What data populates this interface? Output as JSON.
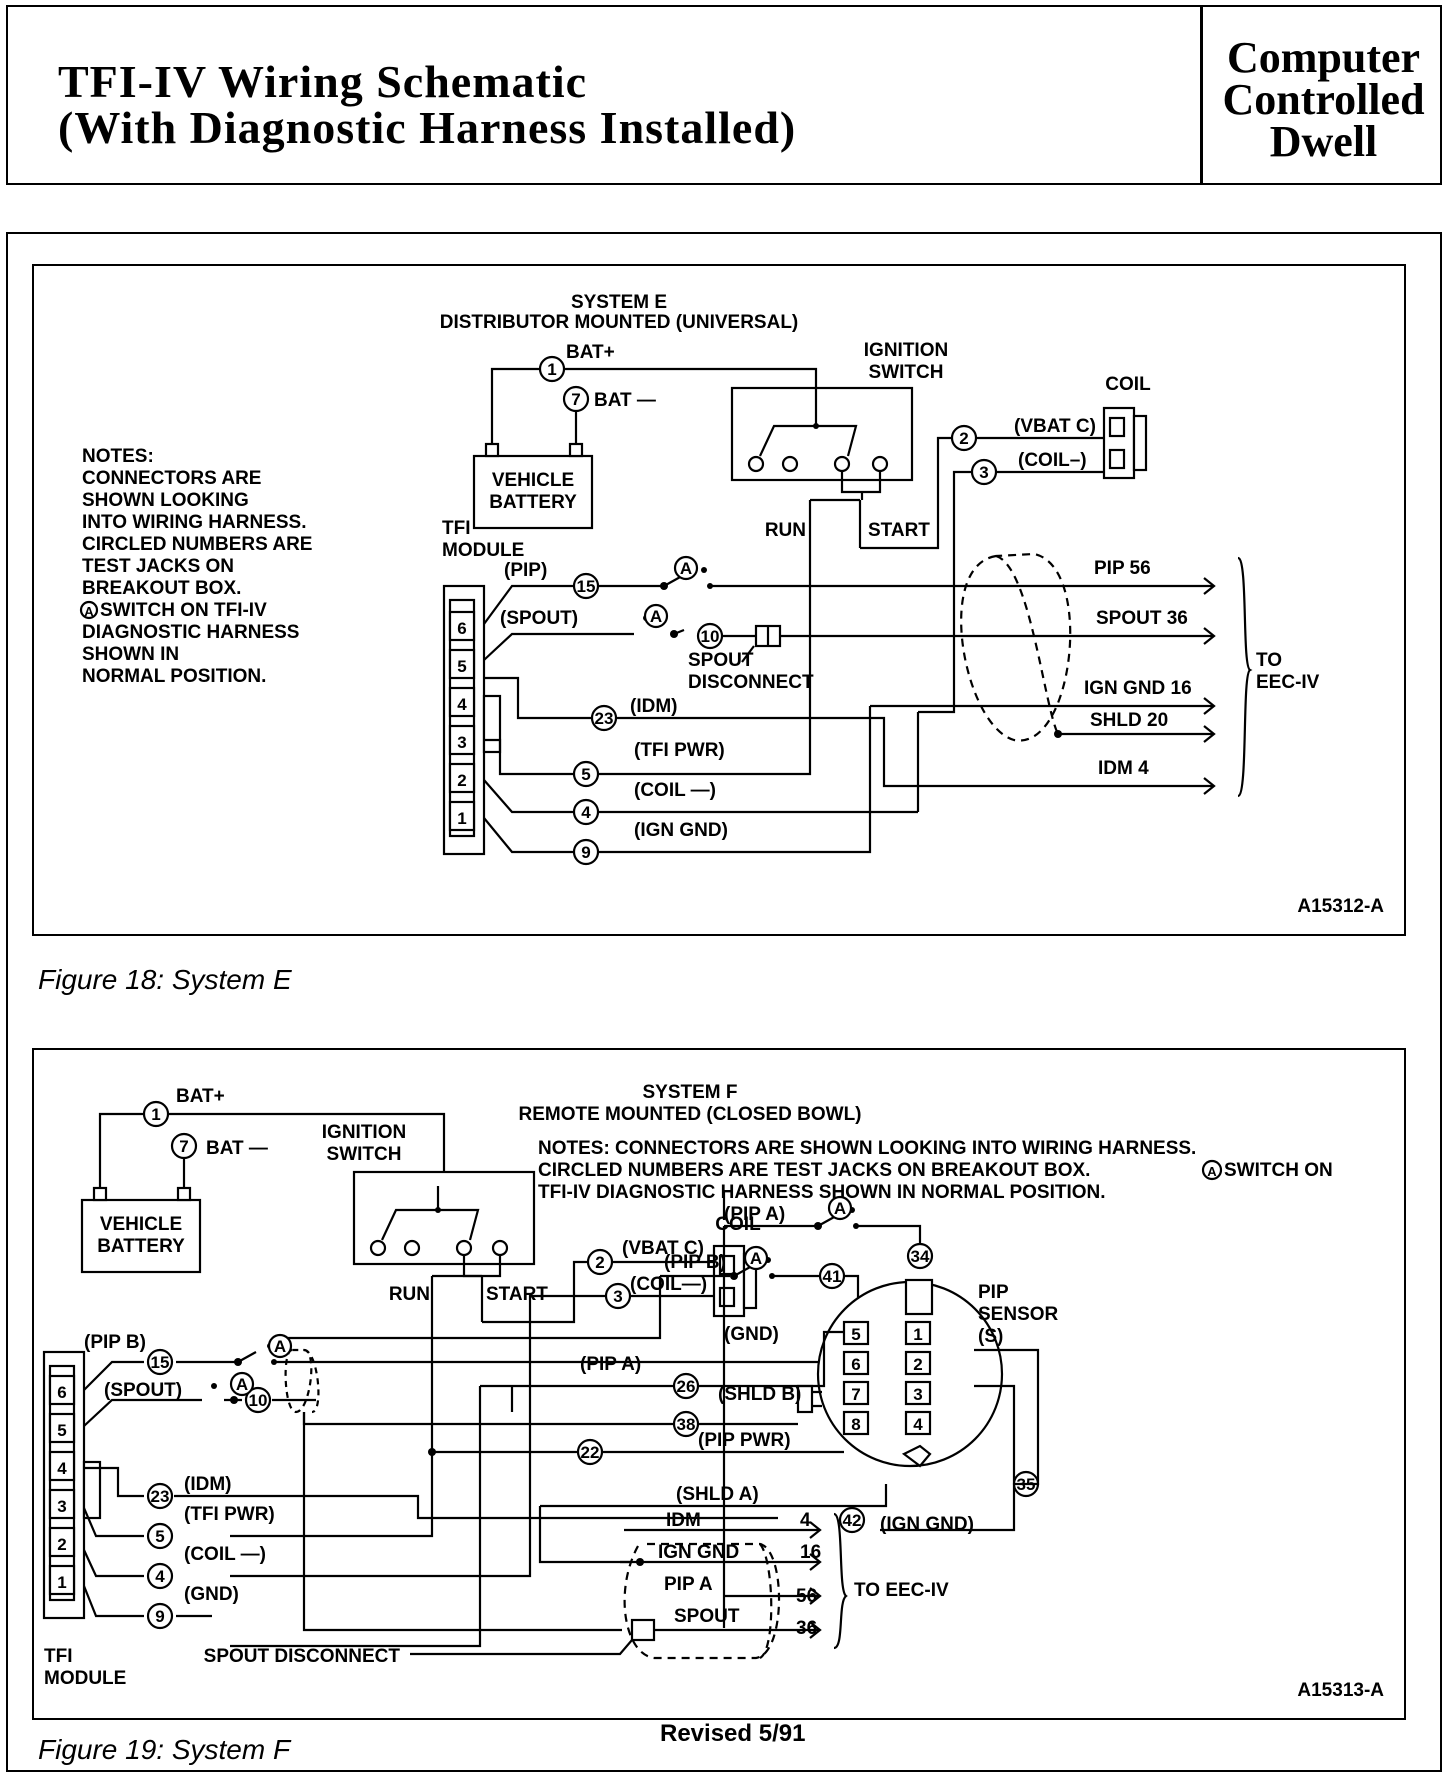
{
  "header": {
    "title_line1": "TFI-IV  Wiring  Schematic",
    "title_line2": "(With   Diagnostic   Harness   Installed)",
    "side_line1": "Computer",
    "side_line2": "Controlled",
    "side_line3": "Dwell"
  },
  "fig18": {
    "caption": "Figure 18: System E",
    "code": "A15312-A",
    "system_title": "SYSTEM E",
    "system_sub": "DISTRIBUTOR MOUNTED (UNIVERSAL)",
    "notes": [
      "NOTES:",
      "CONNECTORS ARE",
      "SHOWN LOOKING",
      "INTO WIRING HARNESS.",
      "CIRCLED NUMBERS ARE",
      "TEST JACKS ON",
      "BREAKOUT BOX.",
      "SWITCH ON TFI-IV",
      "DIAGNOSTIC HARNESS",
      "SHOWN IN",
      "NORMAL POSITION."
    ],
    "switch_symbol": "A",
    "bat_plus": "BAT+",
    "bat_minus": "BAT —",
    "battery": [
      "VEHICLE",
      "BATTERY"
    ],
    "ignition": [
      "IGNITION",
      "SWITCH"
    ],
    "run": "RUN",
    "start": "START",
    "coil": "COIL",
    "tfi_module": [
      "TFI",
      "MODULE"
    ],
    "vbat_c": "(VBAT C)",
    "coil_minus": "(COIL–)",
    "pip": "(PIP)",
    "spout": "(SPOUT)",
    "spout_disconnect": [
      "SPOUT",
      "DISCONNECT"
    ],
    "idm": "(IDM)",
    "tfi_pwr": "(TFI PWR)",
    "coil_dash": "(COIL —)",
    "ign_gnd": "(IGN GND)",
    "pip56": "PIP 56",
    "spout36": "SPOUT 36",
    "igngnd16": "IGN GND 16",
    "shld20": "SHLD 20",
    "idm4": "IDM 4",
    "to": "TO",
    "eec": "EEC-IV",
    "jacks": [
      "1",
      "7",
      "2",
      "3",
      "15",
      "10",
      "23",
      "5",
      "4",
      "9"
    ],
    "pins": [
      "6",
      "5",
      "4",
      "3",
      "2",
      "1"
    ]
  },
  "fig19": {
    "caption": "Figure 19: System F",
    "code": "A15313-A",
    "system_title": "SYSTEM F",
    "system_sub": "REMOTE MOUNTED (CLOSED BOWL)",
    "notes": [
      "NOTES: CONNECTORS ARE SHOWN LOOKING INTO WIRING HARNESS.",
      "CIRCLED NUMBERS ARE TEST JACKS ON BREAKOUT BOX.",
      "SWITCH ON",
      "TFI-IV DIAGNOSTIC HARNESS SHOWN IN NORMAL POSITION."
    ],
    "switch_symbol": "A",
    "bat_plus": "BAT+",
    "bat_minus": "BAT —",
    "battery": [
      "VEHICLE",
      "BATTERY"
    ],
    "ignition": [
      "IGNITION",
      "SWITCH"
    ],
    "run": "RUN",
    "start": "START",
    "coil": "COIL",
    "vbat_c": "(VBAT C)",
    "coil_minus": "(COIL—)",
    "pip_a": "(PIP A)",
    "pip_b": "(PIP B)",
    "pip_b2": "(PIP B)",
    "spout": "(SPOUT)",
    "gnd": "(GND)",
    "pip_a2": "(PIP A)",
    "shld_b": "(SHLD B)",
    "pip_pwr": "(PIP PWR)",
    "idm": "(IDM)",
    "tfi_pwr": "(TFI PWR)",
    "coil_dash": "(COIL —)",
    "gnd2": "(GND)",
    "shld_a": "(SHLD A)",
    "ign_gnd": "(IGN GND)",
    "idm_out": "IDM",
    "igngnd_out": "IGN GND",
    "pipa_out": "PIP A",
    "spout_out": "SPOUT",
    "idm_n": "4",
    "igngnd_n": "16",
    "pipa_n": "56",
    "spout_n": "36",
    "to_eec": "TO EEC-IV",
    "spout_disconnect": "SPOUT DISCONNECT",
    "pip_sensor": [
      "PIP",
      "SENSOR",
      "(S)"
    ],
    "tfi_module": [
      "TFI",
      "MODULE"
    ],
    "jacks": [
      "1",
      "7",
      "2",
      "3",
      "34",
      "41",
      "15",
      "10",
      "26",
      "38",
      "22",
      "23",
      "5",
      "4",
      "9",
      "42",
      "35"
    ],
    "pins": [
      "6",
      "5",
      "4",
      "3",
      "2",
      "1"
    ],
    "sensor_pins": [
      "5",
      "6",
      "7",
      "8",
      "1",
      "2",
      "3",
      "4"
    ]
  }
}
